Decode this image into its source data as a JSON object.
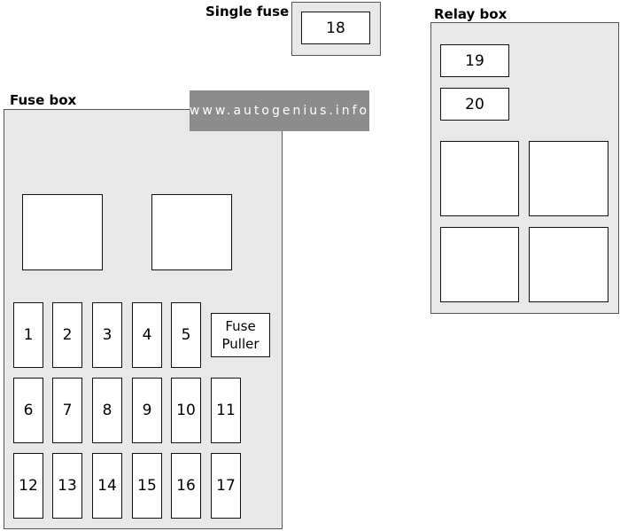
{
  "single_fuse": {
    "title": "Single fuse",
    "fuse": "18"
  },
  "relay_box": {
    "title": "Relay box",
    "fuses": [
      "19",
      "20"
    ]
  },
  "fuse_box": {
    "title": "Fuse box",
    "fuses": [
      "1",
      "2",
      "3",
      "4",
      "5",
      "6",
      "7",
      "8",
      "9",
      "10",
      "11",
      "12",
      "13",
      "14",
      "15",
      "16",
      "17"
    ],
    "puller_line1": "Fuse",
    "puller_line2": "Puller"
  },
  "watermark": "www.autogenius.info"
}
